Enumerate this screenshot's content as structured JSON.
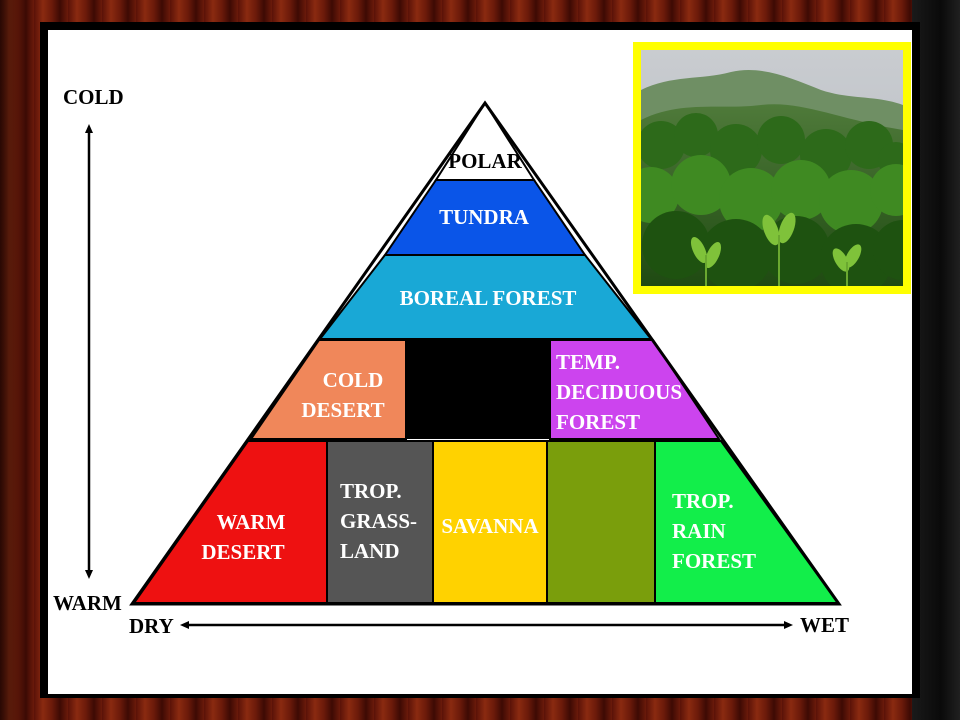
{
  "axes": {
    "cold": "COLD",
    "warm": "WARM",
    "dry": "DRY",
    "wet": "WET"
  },
  "biomes": {
    "polar": "POLAR",
    "tundra": "TUNDRA",
    "boreal": "BOREAL FOREST",
    "cold_desert": [
      "COLD",
      "DESERT"
    ],
    "temp_deciduous": [
      "TEMP.",
      "DECIDUOUS",
      "FOREST"
    ],
    "warm_desert": [
      "WARM",
      "DESERT"
    ],
    "trop_grassland": [
      "TROP.",
      "GRASS-",
      "LAND"
    ],
    "savanna": "SAVANNA",
    "trop_rain_forest": [
      "TROP.",
      "RAIN",
      "FOREST"
    ]
  },
  "colors": {
    "polar": "#ffffff",
    "tundra": "#0a55e8",
    "boreal": "#19a8d6",
    "cold_desert": "#f0875a",
    "middle_block": "#000000",
    "temp_deciduous": "#cc44ee",
    "warm_desert": "#ee1111",
    "trop_grassland": "#555555",
    "savanna": "#ffd200",
    "olive_block": "#7a9e0c",
    "trop_rain_forest": "#12ee4a",
    "photo_border": "#ffff00"
  }
}
